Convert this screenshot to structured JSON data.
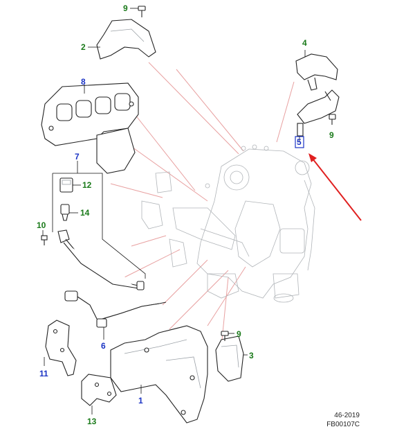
{
  "callouts": {
    "c1": "1",
    "c2": "2",
    "c3": "3",
    "c4": "4",
    "c5": "5",
    "c6": "6",
    "c7": "7",
    "c8": "8",
    "c9a": "9",
    "c9b": "9",
    "c9c": "9",
    "c10": "10",
    "c11": "11",
    "c12": "12",
    "c13": "13",
    "c14": "14"
  },
  "footer": {
    "date_code": "46-2019",
    "figure_id": "FB00107C"
  },
  "colors": {
    "callout_green": "#1a7a1a",
    "callout_blue": "#1a33c4",
    "leader_pink": "#e8a0a0",
    "arrow_red": "#e02020",
    "highlight_blue": "#1a33c4"
  }
}
